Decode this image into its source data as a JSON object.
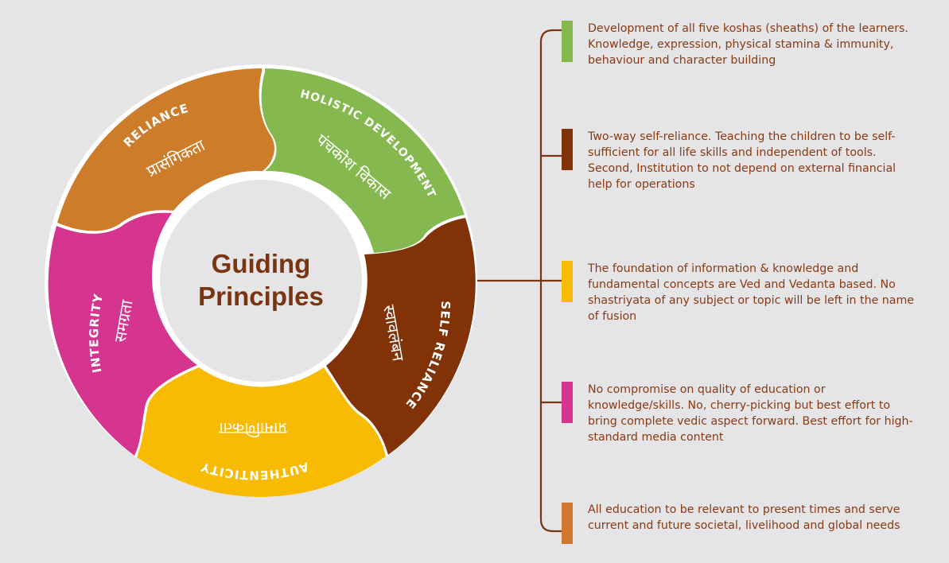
{
  "center": {
    "line1": "Guiding",
    "line2": "Principles",
    "color": "#7b3410"
  },
  "segments": [
    {
      "id": "reliance",
      "title": "RELIANCE",
      "subtitle": "प्रासंगिकता",
      "color": "#cd7c2a"
    },
    {
      "id": "holistic",
      "title": "HOLISTIC DEVELOPMENT",
      "subtitle": "पंचकोश विकास",
      "color": "#85b94f"
    },
    {
      "id": "selfreliance",
      "title": "SELF RELIANCE",
      "subtitle": "स्वावलंबन",
      "color": "#813307"
    },
    {
      "id": "authenticity",
      "title": "AUTHENTICITY",
      "subtitle": "प्रामाणिकता",
      "color": "#f7bb03"
    },
    {
      "id": "integrity",
      "title": "INTEGRITY",
      "subtitle": "समग्रता",
      "color": "#d6358f"
    }
  ],
  "descriptions": [
    {
      "color": "#84b84f",
      "text": "Development of all five koshas (sheaths) of the learners. Knowledge, expression, physical stamina & immunity, behaviour and character building"
    },
    {
      "color": "#813307",
      "text": "Two-way self-reliance. Teaching the children to be self-sufficient for all life skills and independent of tools. Second, Institution to not depend on external financial help for operations"
    },
    {
      "color": "#f7bb03",
      "text": "The foundation of information & knowledge and fundamental concepts are Ved and Vedanta based. No shastriyata of any subject or topic will be left in the name of fusion"
    },
    {
      "color": "#d6358f",
      "text": "No compromise on quality of education or knowledge/skills. No, cherry-picking but best effort to bring complete vedic aspect forward. Best effort for high-standard media content"
    },
    {
      "color": "#d1772d",
      "text": "All education to be relevant to present times and serve current and future societal, livelihood and global needs"
    }
  ],
  "connector_color": "#7b3410",
  "ring_bg": "#ffffff",
  "inner_fill": "#e5e4e7"
}
